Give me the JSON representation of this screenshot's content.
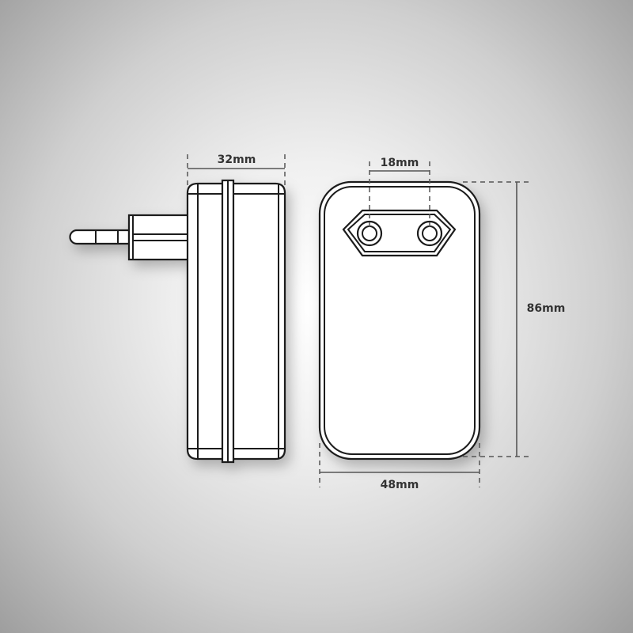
{
  "dimensions": {
    "depth": "32mm",
    "pin_spacing": "18mm",
    "height": "86mm",
    "width": "48mm"
  },
  "colors": {
    "outline": "#1a1a1a",
    "dimension_line": "#555555",
    "background": "#d0d0d0"
  }
}
